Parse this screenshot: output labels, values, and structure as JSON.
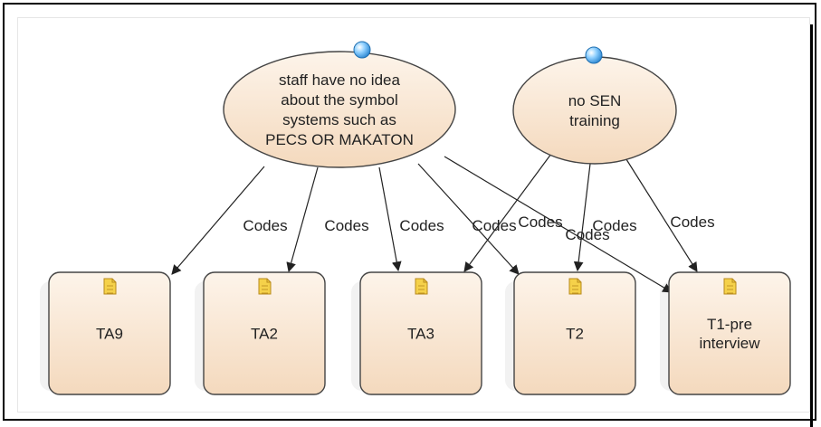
{
  "colors": {
    "node_fill_light": "#fdf2e6",
    "node_fill_dark": "#f3d6b8",
    "node_stroke": "#444444",
    "edge": "#222222",
    "text": "#222222",
    "bubble": "#3aa0e8",
    "doc_icon": "#f5d14a"
  },
  "codes": [
    {
      "id": "code-symbol-systems",
      "label": "staff have no idea about the symbol systems such as PECS OR MAKATON",
      "lines": [
        "staff have no idea",
        "about the symbol",
        "systems such as",
        "PECS OR MAKATON"
      ]
    },
    {
      "id": "code-sen-training",
      "label": "no SEN training",
      "lines": [
        "no SEN",
        "training"
      ]
    }
  ],
  "documents": [
    {
      "id": "doc-ta9",
      "label": "TA9",
      "lines": [
        "TA9"
      ]
    },
    {
      "id": "doc-ta2",
      "label": "TA2",
      "lines": [
        "TA2"
      ]
    },
    {
      "id": "doc-ta3",
      "label": "TA3",
      "lines": [
        "TA3"
      ]
    },
    {
      "id": "doc-t2",
      "label": "T2",
      "lines": [
        "T2"
      ]
    },
    {
      "id": "doc-t1",
      "label": "T1-pre interview",
      "lines": [
        "T1-pre",
        "interview"
      ]
    }
  ],
  "links": [
    {
      "from": "code-symbol-systems",
      "to": "doc-ta9",
      "label": "Codes"
    },
    {
      "from": "code-symbol-systems",
      "to": "doc-ta2",
      "label": "Codes"
    },
    {
      "from": "code-symbol-systems",
      "to": "doc-ta3",
      "label": "Codes"
    },
    {
      "from": "code-symbol-systems",
      "to": "doc-t2",
      "label": "Codes"
    },
    {
      "from": "code-symbol-systems",
      "to": "doc-t1",
      "label": "Codes"
    },
    {
      "from": "code-sen-training",
      "to": "doc-ta3",
      "label": "Codes"
    },
    {
      "from": "code-sen-training",
      "to": "doc-t2",
      "label": "Codes"
    },
    {
      "from": "code-sen-training",
      "to": "doc-t1",
      "label": "Codes"
    }
  ]
}
